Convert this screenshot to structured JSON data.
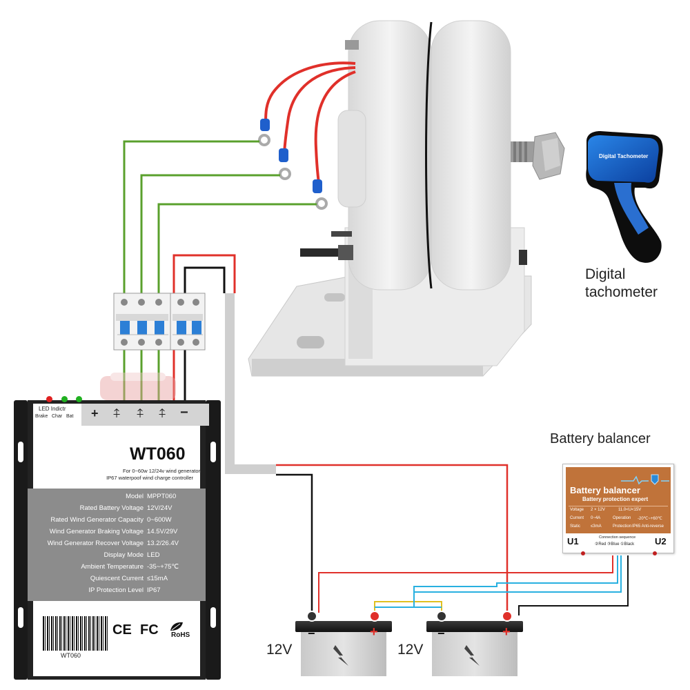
{
  "generator": {
    "name": "wind-generator"
  },
  "tachometer": {
    "device_label": "Digital Tachometer",
    "caption_line1": "Digital",
    "caption_line2": "tachometer"
  },
  "controller": {
    "led_title": "LED Indictr",
    "led_labels": [
      "Brake",
      "Char",
      "Bat"
    ],
    "terminal_labels": [
      "+",
      "⍏",
      "⍏",
      "⍏",
      "−"
    ],
    "model_name": "WT060",
    "subtitle_line1": "For 0~60w 12/24v wind generator",
    "subtitle_line2": "IP67 waterpoof wind charge  controller",
    "specs": [
      {
        "label": "Model",
        "value": "MPPT060"
      },
      {
        "label": "Rated Battery Voltage",
        "value": "12V/24V"
      },
      {
        "label": "Rated Wind Generator Capacity",
        "value": "0~600W"
      },
      {
        "label": "Wind Generator Braking Voltage",
        "value": "14.5V/29V"
      },
      {
        "label": "Wind Generator Recover Voltage",
        "value": "13.2/26.4V"
      },
      {
        "label": "Display Mode",
        "value": "LED"
      },
      {
        "label": "Ambient Temperature",
        "value": "-35~+75℃"
      },
      {
        "label": "Quiescent Current",
        "value": "≤15mA"
      },
      {
        "label": "IP Protection Level",
        "value": "IP67"
      }
    ],
    "cert_ce": "CE",
    "cert_fc": "FC",
    "cert_rohs": "RoHS",
    "barcode_text": "WT060",
    "colors": {
      "body": "#1e1e1e",
      "spec_band": "#8c8c8c",
      "led_red": "#e02020",
      "led_green": "#20b020"
    }
  },
  "balancer": {
    "caption": "Battery balancer",
    "title": "Battery balancer",
    "subtitle": "Battery protection expert",
    "table": [
      [
        "Voltage",
        "2 × 12V",
        "11.0<U<15V",
        ""
      ],
      [
        "Current",
        "0~4A",
        "Operation",
        "-20℃~+60℃"
      ],
      [
        "Static",
        "≤3mA",
        "Protection",
        "IP65 Anti-reverse"
      ]
    ],
    "left_terminal": "U1",
    "right_terminal": "U2",
    "sequence_title": "Connection sequence",
    "sequence": "②Red  ③Blue  ①Black",
    "colors": {
      "panel": "#c0733a"
    }
  },
  "batteries": [
    {
      "voltage_label": "12V",
      "minus": "−",
      "plus": "+"
    },
    {
      "voltage_label": "12V",
      "minus": "−",
      "plus": "+"
    }
  ],
  "wire_colors": {
    "phase": "#5aa02c",
    "positive": "#e0302a",
    "negative": "#111111",
    "balance_blue": "#28b0e0",
    "balance_yellow": "#e0c020"
  }
}
